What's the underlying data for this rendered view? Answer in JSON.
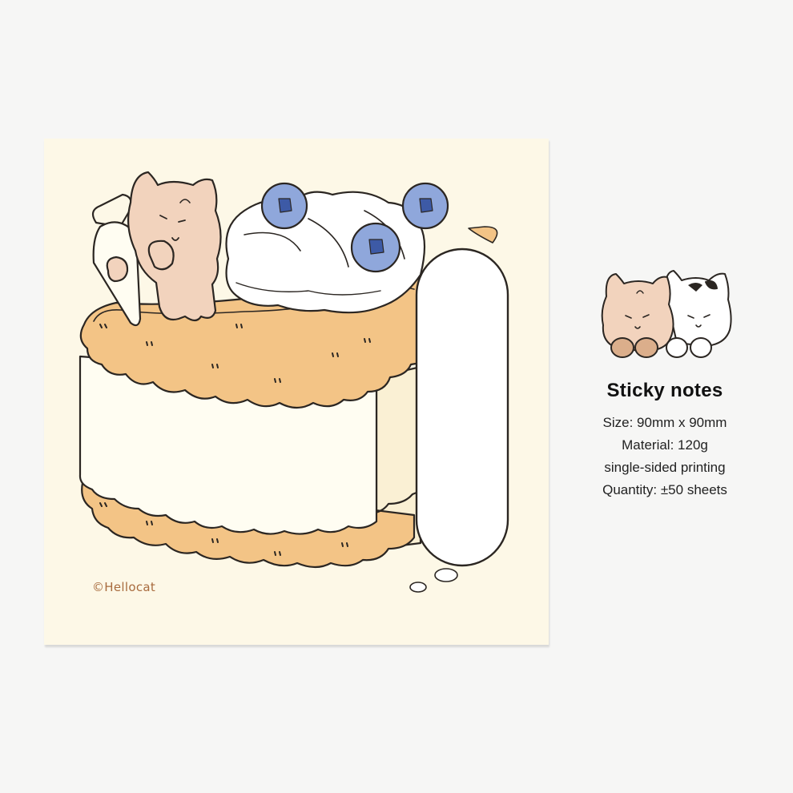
{
  "illustration": {
    "description_icon": "cat-on-cream-cake-icon",
    "copyright": "©Hellocat",
    "colors": {
      "paper": "#fdf8e7",
      "biscuit": "#f3c486",
      "cream": "#fffdf2",
      "blueberry": "#8fa7db",
      "cat": "#f2d3bd"
    }
  },
  "product": {
    "icon": "two-cats-icon",
    "title": "Sticky notes",
    "specs": [
      "Size: 90mm x 90mm",
      "Material: 120g",
      "single-sided printing",
      "Quantity: ±50 sheets"
    ]
  }
}
